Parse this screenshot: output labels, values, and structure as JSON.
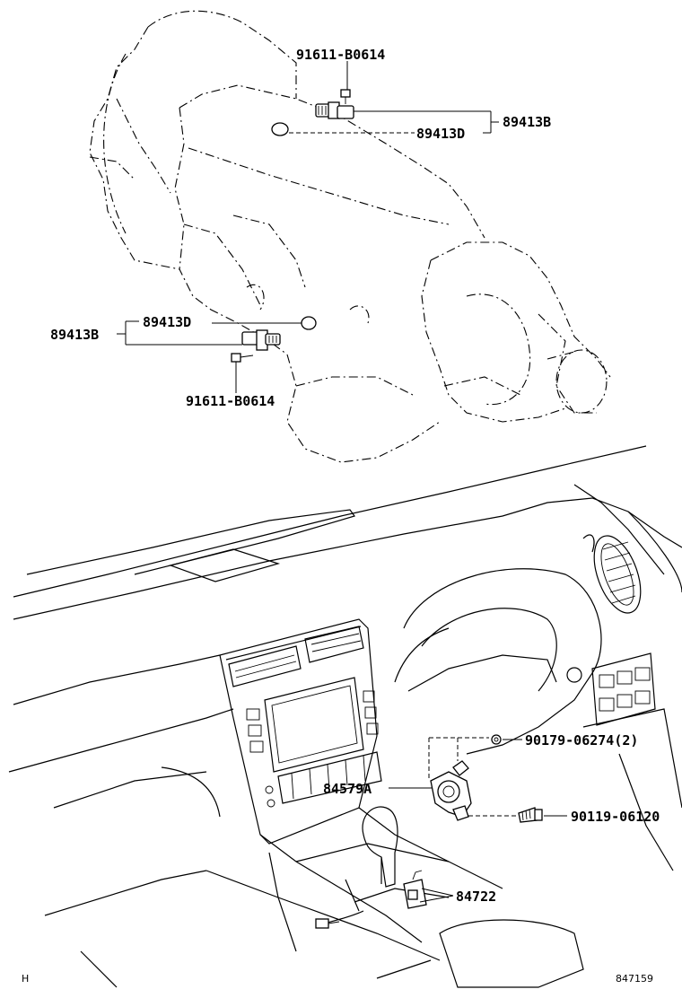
{
  "callouts": {
    "c1": "91611-B0614",
    "c2": "89413B",
    "c3": "89413D",
    "c4": "89413B",
    "c5": "89413D",
    "c6": "91611-B0614",
    "c7": "90179-06274(2)",
    "c8": "84579A",
    "c9": "90119-06120",
    "c10": "84722"
  },
  "footer": {
    "left_mark": "H",
    "drawing_number": "847159"
  }
}
